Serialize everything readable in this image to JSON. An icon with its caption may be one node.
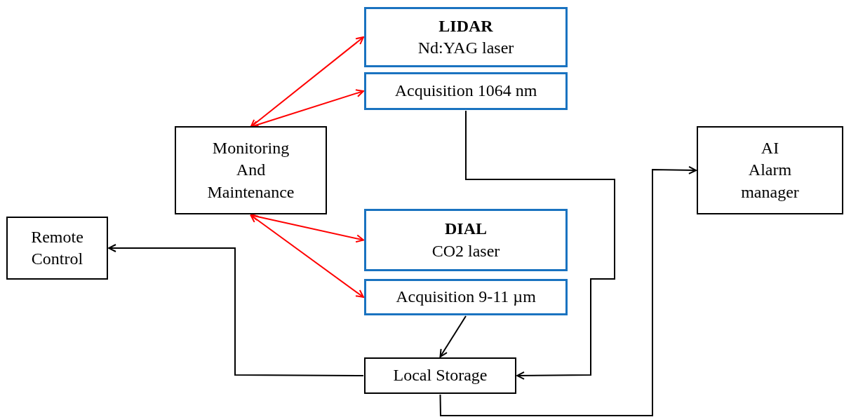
{
  "diagram": {
    "nodes": [
      {
        "text": [
          "LIDAR",
          "Nd:YAG laser"
        ]
      },
      {
        "text": [
          "Acquisition 1064 nm"
        ]
      },
      {
        "text": [
          "Monitoring And Maintenance"
        ]
      },
      {
        "text": [
          "DIAL",
          "CO2 laser"
        ]
      },
      {
        "text": [
          "Acquisition 9-11 µm"
        ]
      },
      {
        "text": [
          "Remote Control"
        ]
      },
      {
        "text": [
          "Local Storage"
        ]
      },
      {
        "text": [
          "AI Alarm manager"
        ]
      }
    ],
    "edges": [
      {
        "from": 2,
        "to": 0,
        "arrow": "both",
        "color": "#ff0000"
      },
      {
        "from": 2,
        "to": 1,
        "arrow": "both",
        "color": "#ff0000"
      },
      {
        "from": 2,
        "to": 3,
        "arrow": "both",
        "color": "#ff0000"
      },
      {
        "from": 2,
        "to": 4,
        "arrow": "both",
        "color": "#ff0000"
      },
      {
        "from": 1,
        "to": 6,
        "arrow": "to",
        "color": "#000000"
      },
      {
        "from": 4,
        "to": 6,
        "arrow": "to",
        "color": "#000000"
      },
      {
        "from": 6,
        "to": 5,
        "arrow": "to",
        "color": "#000000"
      },
      {
        "from": 6,
        "to": 7,
        "arrow": "to",
        "color": "#000000"
      }
    ]
  }
}
